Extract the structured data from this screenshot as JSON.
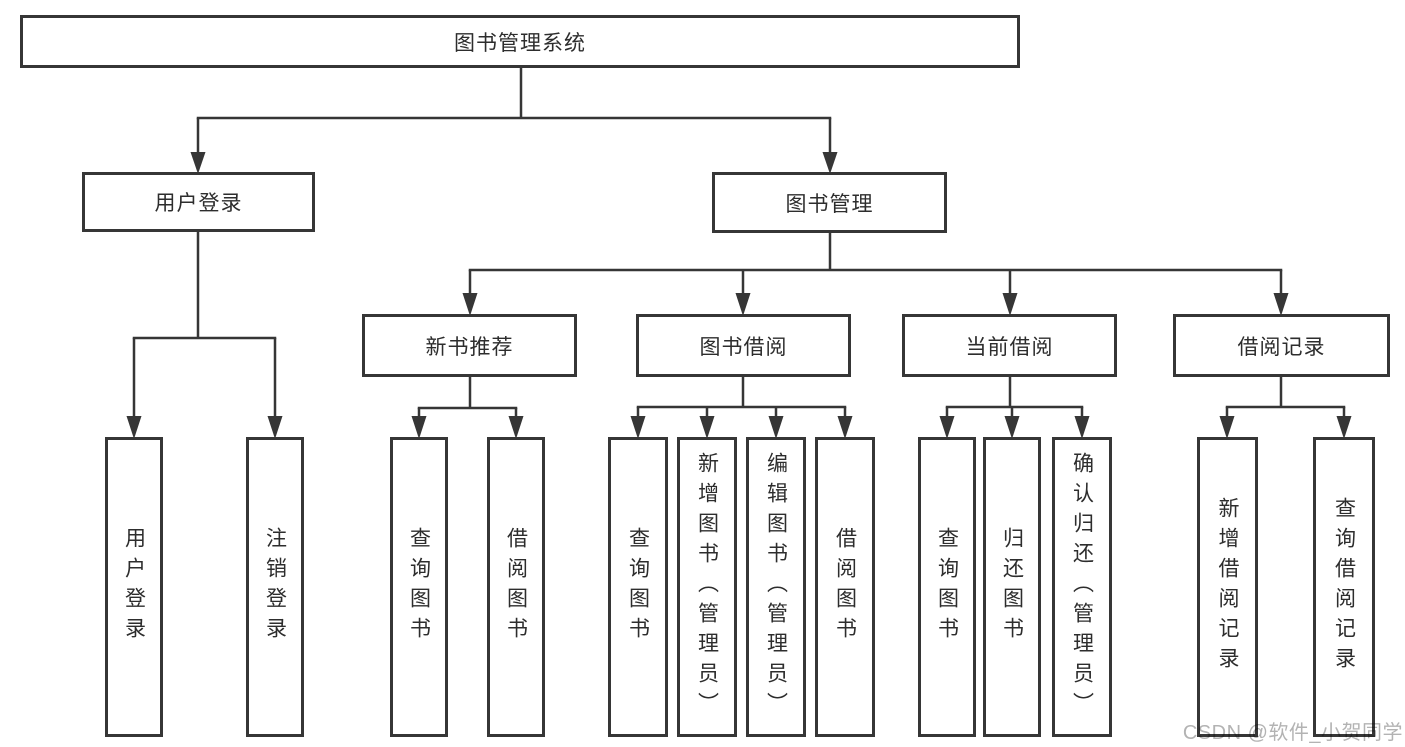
{
  "diagram": {
    "root": {
      "label": "图书管理系统"
    },
    "level2": [
      {
        "key": "user-login",
        "label": "用户登录"
      },
      {
        "key": "book-management",
        "label": "图书管理"
      }
    ],
    "level3": [
      {
        "key": "new-book-recommend",
        "label": "新书推荐"
      },
      {
        "key": "book-borrowing",
        "label": "图书借阅"
      },
      {
        "key": "current-borrowing",
        "label": "当前借阅"
      },
      {
        "key": "borrowing-records",
        "label": "借阅记录"
      }
    ],
    "leaves": {
      "user_login": [
        "用户登录",
        "注销登录"
      ],
      "new_book_recommend": [
        "查询图书",
        "借阅图书"
      ],
      "book_borrowing": [
        "查询图书",
        "新增图书（管理员）",
        "编辑图书（管理员）",
        "借阅图书"
      ],
      "current_borrowing": [
        "查询图书",
        "归还图书",
        "确认归还（管理员）"
      ],
      "borrowing_records": [
        "新增借阅记录",
        "查询借阅记录"
      ]
    }
  },
  "watermark": {
    "text": "CSDN @软件_小贺同学"
  },
  "colors": {
    "line": "#363636",
    "text": "#2d2d2d",
    "watermark": "#b3b3b3",
    "background": "#ffffff"
  }
}
